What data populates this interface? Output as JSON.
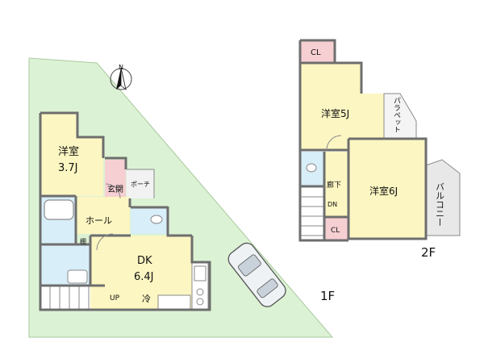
{
  "floors": {
    "first": {
      "floor_label": "1F",
      "rooms": {
        "western_room": {
          "name": "洋室",
          "size": "3.7J"
        },
        "entrance": "玄関",
        "porch": "ポーチ",
        "hall": "ホール",
        "shelf": "棚",
        "dk": {
          "name": "DK",
          "size": "6.4J"
        },
        "up": "UP",
        "fridge": "冷"
      }
    },
    "second": {
      "floor_label": "2F",
      "rooms": {
        "cl_top": "CL",
        "western_room_a": "洋室5J",
        "parapet": "パラペット",
        "corridor": "廊下",
        "western_room_b": "洋室6J",
        "balcony": "バルコニー",
        "dn": "DN",
        "cl_bottom": "CL"
      }
    }
  },
  "compass": {
    "label": "N"
  },
  "colors": {
    "site_green": "#dcf2d4",
    "room_yellow": "#fcf6c2",
    "wet_blue": "#d8eef8",
    "closet_pink": "#f6cfd3",
    "wall_gray": "#6e6e6e",
    "balcony_gray": "#e8e8e8"
  }
}
